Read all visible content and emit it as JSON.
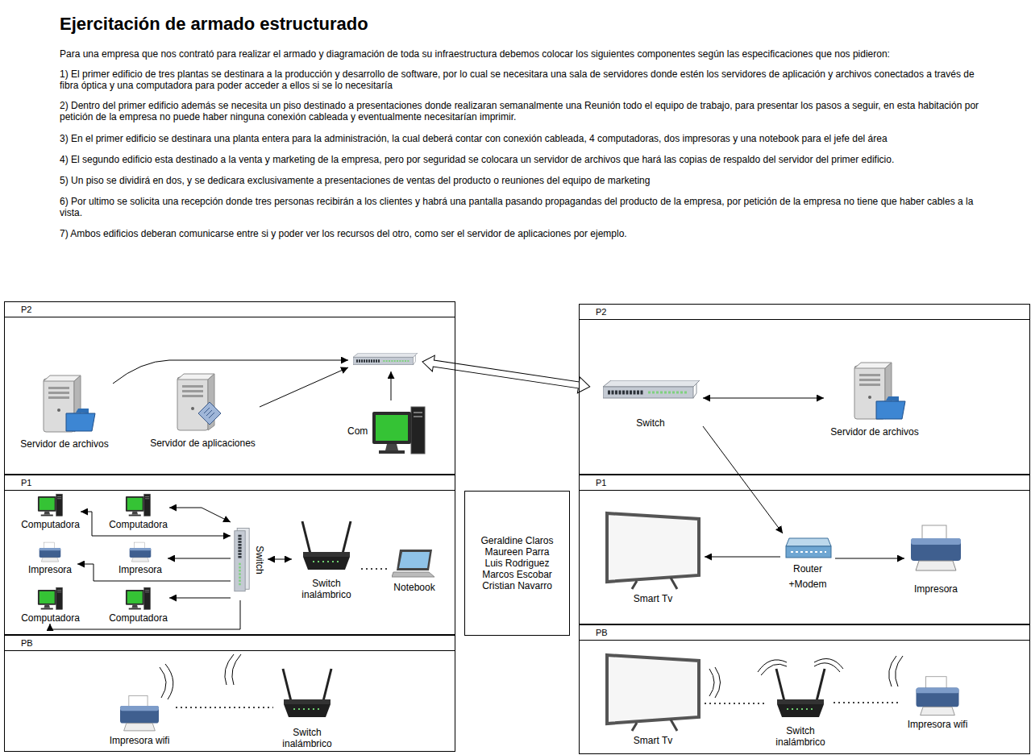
{
  "diagram": {
    "title": "Ejercitación de armado estructurado",
    "nodes": [
      {
        "text": [
          "P2"
        ]
      },
      {
        "text": [
          "Servidor de archivos"
        ],
        "in": 0
      },
      {
        "text": [
          "Servidor de aplicaciones"
        ],
        "in": 0
      },
      {
        "text": [
          "Com"
        ],
        "in": 0
      },
      {
        "text": [
          "P2"
        ]
      },
      {
        "text": [
          "Switch"
        ],
        "in": 4
      },
      {
        "text": [
          "Servidor de archivos"
        ],
        "in": 4
      },
      {
        "text": [
          "P1"
        ]
      },
      {
        "text": [
          "Computadora"
        ],
        "in": 7
      },
      {
        "text": [
          "Computadora"
        ],
        "in": 7
      },
      {
        "text": [
          "Impresora"
        ],
        "in": 7
      },
      {
        "text": [
          "Impresora"
        ],
        "in": 7
      },
      {
        "text": [
          "Computadora"
        ],
        "in": 7
      },
      {
        "text": [
          "Computadora"
        ],
        "in": 7
      },
      {
        "text": [
          "Switch"
        ],
        "in": 7
      },
      {
        "text": [
          "Switch inalámbrico"
        ],
        "in": 7
      },
      {
        "text": [
          "Notebook"
        ],
        "in": 7
      },
      {
        "text": [
          "Geraldine Claros",
          "Maureen Parra",
          "Luis Rodriguez",
          "Marcos Escobar",
          "Cristian Navarro"
        ]
      },
      {
        "text": [
          "P1"
        ]
      },
      {
        "text": [
          "Smart Tv"
        ],
        "in": 18
      },
      {
        "text": [
          "Router",
          "+Modem"
        ],
        "in": 18
      },
      {
        "text": [
          "Impresora"
        ],
        "in": 18
      },
      {
        "text": [
          "PB"
        ]
      },
      {
        "text": [
          "Impresora wifi"
        ],
        "in": 22
      },
      {
        "text": [
          "Switch inalámbrico"
        ],
        "in": 22
      },
      {
        "text": [
          "PB"
        ]
      },
      {
        "text": [
          "Smart Tv"
        ],
        "in": 25
      },
      {
        "text": [
          "Switch inalámbrico"
        ],
        "in": 25
      },
      {
        "text": [
          "Impresora wifi"
        ],
        "in": 25
      }
    ],
    "edges": [
      {
        "from": 5,
        "to": 6,
        "arrow": "both"
      },
      {
        "from": 5,
        "to": 20,
        "arrow": "to"
      },
      {
        "from": 20,
        "to": 19,
        "arrow": "to"
      },
      {
        "from": 20,
        "to": 21,
        "arrow": "to"
      },
      {
        "from": 8,
        "to": 14,
        "arrow": "both"
      },
      {
        "from": 9,
        "to": 14,
        "arrow": "both"
      },
      {
        "from": 14,
        "to": 10,
        "arrow": "to"
      },
      {
        "from": 14,
        "to": 11,
        "arrow": "to"
      },
      {
        "from": 14,
        "to": 12,
        "arrow": "to"
      },
      {
        "from": 14,
        "to": 13,
        "arrow": "to"
      },
      {
        "from": 14,
        "to": 15,
        "arrow": "both"
      },
      {
        "from": 15,
        "to": 16,
        "arrow": "none"
      },
      {
        "from": 23,
        "to": 24,
        "arrow": "none"
      },
      {
        "from": 26,
        "to": 27,
        "arrow": "none"
      },
      {
        "from": 27,
        "to": 28,
        "arrow": "none"
      }
    ],
    "labels": [
      "Para una empresa que nos contrató para realizar el armado y diagramación de toda su infraestructura debemos colocar los siguientes componentes según las especificaciones que nos pidieron:",
      "1) El primer edificio de tres plantas se destinara a la producción y desarrollo de software, por lo cual se necesitara una sala de servidores donde estén los servidores de aplicación y archivos conectados a través de fibra óptica y una computadora para poder acceder a ellos si se lo necesitaría",
      "2) Dentro del primer edificio además se necesita un piso destinado a presentaciones donde realizaran semanalmente una Reunión todo el equipo de trabajo, para presentar los pasos a seguir, en esta habitación por petición de la empresa no puede haber ninguna conexión cableada y eventualmente necesitarían imprimir.",
      "3) En el primer edificio se destinara una planta entera para la administración, la cual deberá contar con conexión cableada, 4 computadoras, dos impresoras y una notebook para el jefe del área",
      "4) El segundo edificio esta destinado a la venta y marketing de la empresa, pero por seguridad se colocara un servidor de archivos que hará las copias de respaldo del servidor del primer edificio.",
      "5) Un piso se dividirá en dos, y se dedicara exclusivamente a presentaciones de ventas del producto o reuniones del equipo de marketing",
      "6) Por ultimo se solicita una recepción donde tres personas recibirán a los clientes y habrá una pantalla pasando propagandas del producto de la empresa, por petición de la empresa no tiene que haber cables a la vista.",
      "7) Ambos edificios deberan comunicarse entre si y poder ver los recursos del otro, como ser el servidor de aplicaciones por ejemplo."
    ]
  }
}
